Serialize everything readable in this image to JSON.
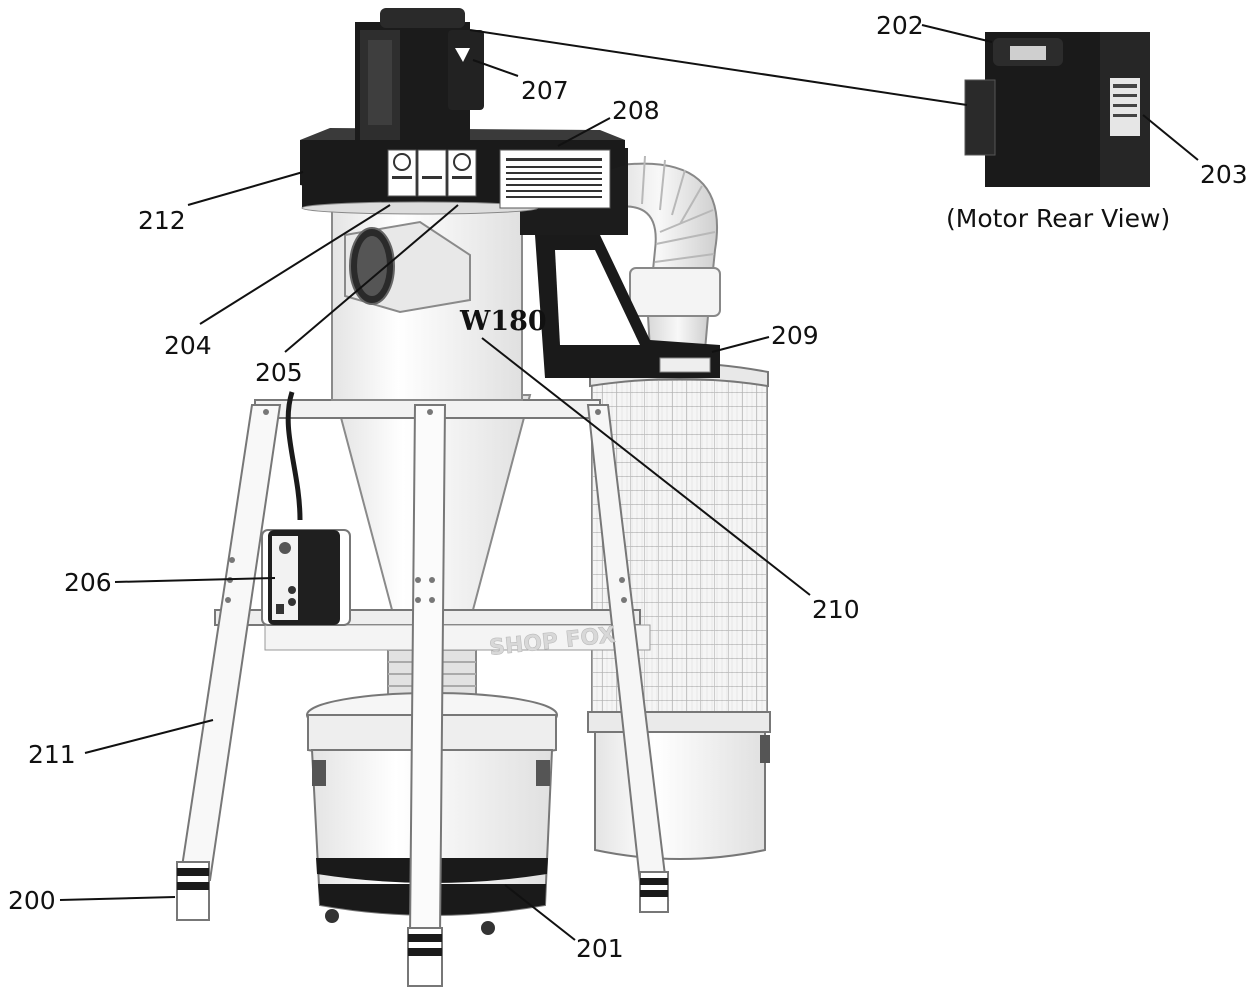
{
  "diagram": {
    "caption": "(Motor Rear View)",
    "model_label": "W180",
    "brand_text": "SHOP FOX",
    "callouts": {
      "c200": "200",
      "c201": "201",
      "c202": "202",
      "c203": "203",
      "c204": "204",
      "c205": "205",
      "c206": "206",
      "c207": "207",
      "c208": "208",
      "c209": "209",
      "c210": "210",
      "c211": "211",
      "c212": "212"
    },
    "colors": {
      "ink": "#111111",
      "white": "#ffffff",
      "shade": "#e6e6e6",
      "dark": "#1a1a1a"
    }
  }
}
